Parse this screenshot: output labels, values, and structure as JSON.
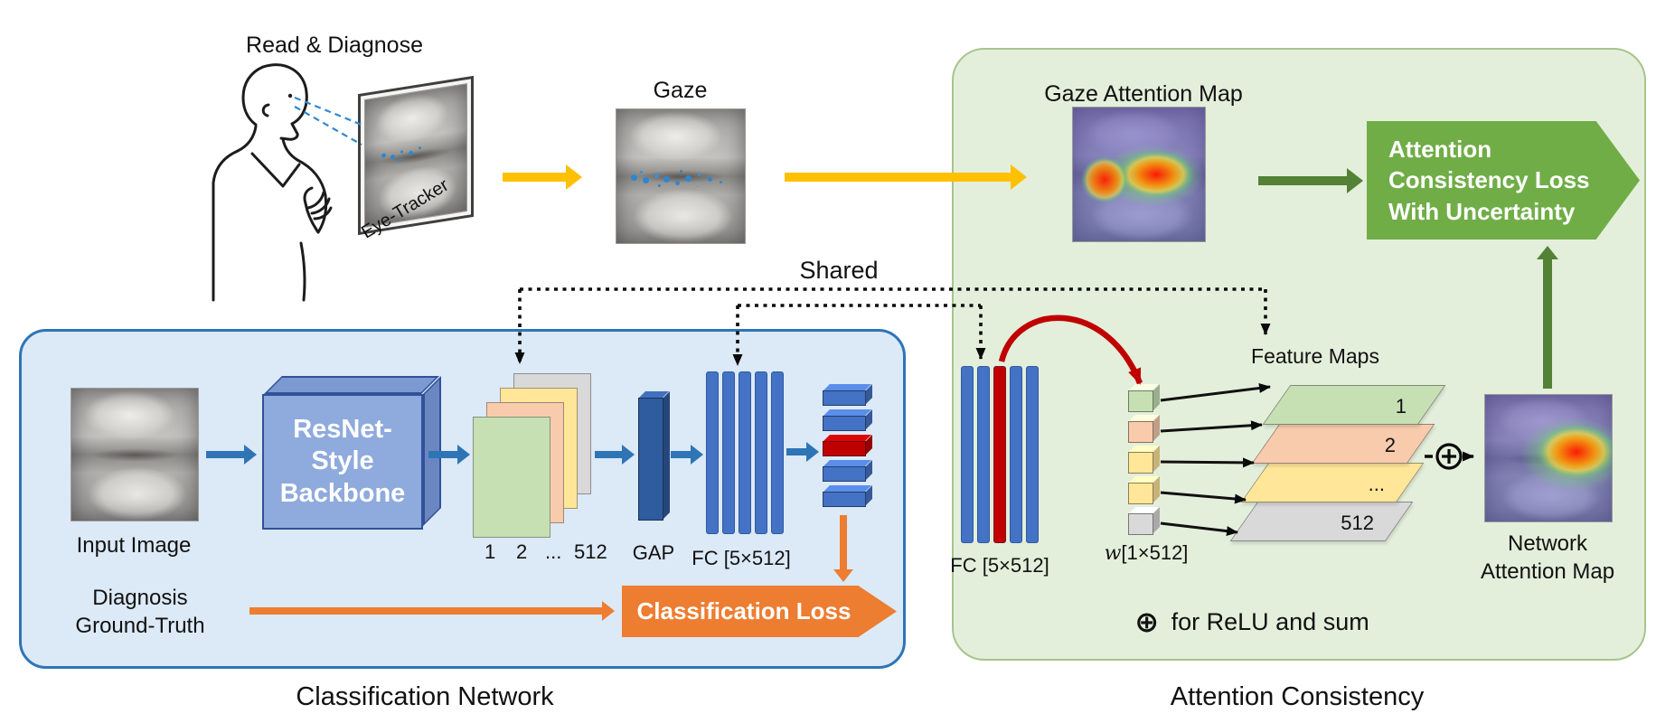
{
  "top": {
    "read_diagnose": "Read & Diagnose",
    "eye_tracker": "Eye-Tracker",
    "gaze": "Gaze"
  },
  "shared_label": "Shared",
  "classification": {
    "caption": "Classification Network",
    "input_label": "Input Image",
    "backbone_lines": [
      "ResNet-",
      "Style",
      "Backbone"
    ],
    "feature_indices": [
      "1",
      "2",
      "...",
      "512"
    ],
    "gap_label": "GAP",
    "fc_label": "FC [5×512]",
    "loss_label": "Classification Loss",
    "diagnosis_lines": [
      "Diagnosis",
      "Ground-Truth"
    ]
  },
  "attention": {
    "caption": "Attention Consistency",
    "gaze_map_label": "Gaze Attention Map",
    "loss_lines": [
      "Attention",
      "Consistency Loss",
      "With Uncertainty"
    ],
    "fc_label": "FC [5×512]",
    "w_prefix": "w",
    "w_rest": "[1×512]",
    "feature_maps_label": "Feature Maps",
    "feature_indices": [
      "1",
      "2",
      "...",
      "512"
    ],
    "network_map_lines": [
      "Network",
      "Attention Map"
    ],
    "legend_symbol": "⊕",
    "legend_text": "for ReLU and sum"
  },
  "colors": {
    "arrow_yellow": "#FFC000",
    "arrow_orange": "#ED7D31",
    "arrow_blue": "#2E75B6",
    "arrow_green": "#538135",
    "banner_green": "#70AD47",
    "banner_orange": "#ED7D31",
    "bar_blue": "#4472C4",
    "bar_red": "#C00000",
    "panel_blue_bg": "#DCE9F7",
    "panel_blue_border": "#2E75B6",
    "panel_green_bg": "#E3EFDB",
    "panel_green_border": "#A8C48E",
    "layer_green": "#C6E0B4",
    "layer_orange": "#F8CBAD",
    "layer_yellow": "#FFE699",
    "layer_gray": "#D9D9D9",
    "resnet_front": "#8FAADC",
    "resnet_top": "#7D99D2",
    "resnet_side": "#6B86C0",
    "gap_blue": "#2F5B9F",
    "gaze_blue": "#2F86D0"
  }
}
